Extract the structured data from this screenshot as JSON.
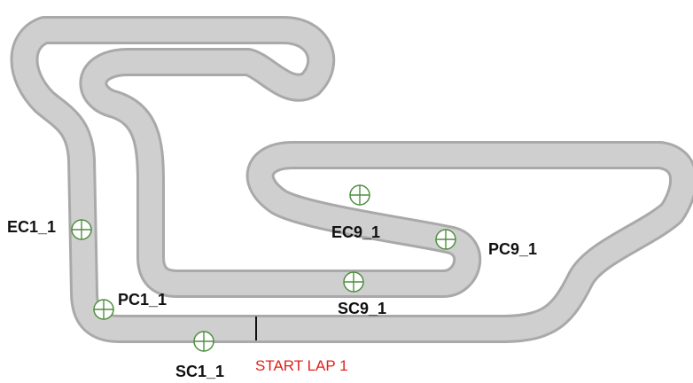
{
  "map": {
    "colors": {
      "track_edge": "#a9a9a9",
      "track_surface": "#cfcfcf",
      "marker": "#4f8f3f",
      "label": "#111111",
      "start": "#e0201b"
    },
    "markers": [
      {
        "id": "EC1_1",
        "label": "EC1_1"
      },
      {
        "id": "PC1_1",
        "label": "PC1_1"
      },
      {
        "id": "SC1_1",
        "label": "SC1_1"
      },
      {
        "id": "SC9_1",
        "label": "SC9_1"
      },
      {
        "id": "PC9_1",
        "label": "PC9_1"
      },
      {
        "id": "EC9_1",
        "label": "EC9_1"
      }
    ],
    "start": {
      "label": "START LAP 1"
    }
  }
}
